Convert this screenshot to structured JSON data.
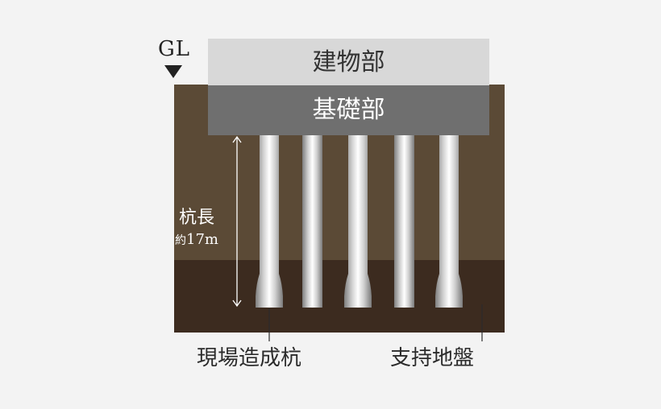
{
  "gl_label": "GL",
  "building_label": "建物部",
  "foundation_label": "基礎部",
  "pile_length_label": "杭長",
  "pile_length_value_prefix": "約",
  "pile_length_value": "17m",
  "pile_label": "現場造成杭",
  "bearing_ground_label": "支持地盤",
  "colors": {
    "background": "#f3f3f3",
    "building": "#d8d8d8",
    "foundation": "#6f6f6f",
    "upper_soil": "#5b4a36",
    "bearing_ground": "#3c2b1f",
    "pile": "#d9d9d9"
  },
  "pile_count": 5,
  "enlarged_base_piles": [
    0,
    2,
    4
  ]
}
